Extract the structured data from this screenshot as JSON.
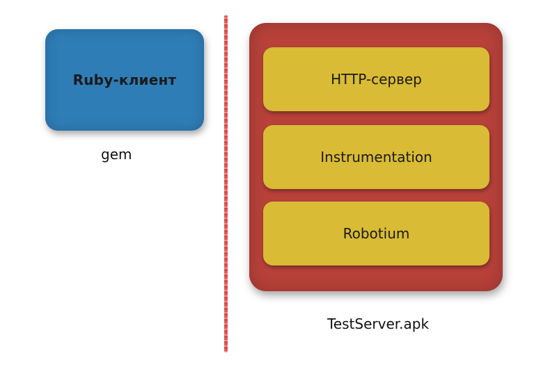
{
  "client": {
    "title": "Ruby-клиент",
    "caption": "gem"
  },
  "server": {
    "layers": [
      {
        "label": "HTTP-сервер"
      },
      {
        "label": "Instrumentation"
      },
      {
        "label": "Robotium"
      }
    ],
    "caption": "TestServer.apk"
  },
  "colors": {
    "client_box": "#2f7db7",
    "server_box": "#b8413a",
    "layer_box": "#d9bb35",
    "divider": "#e35a5a"
  }
}
